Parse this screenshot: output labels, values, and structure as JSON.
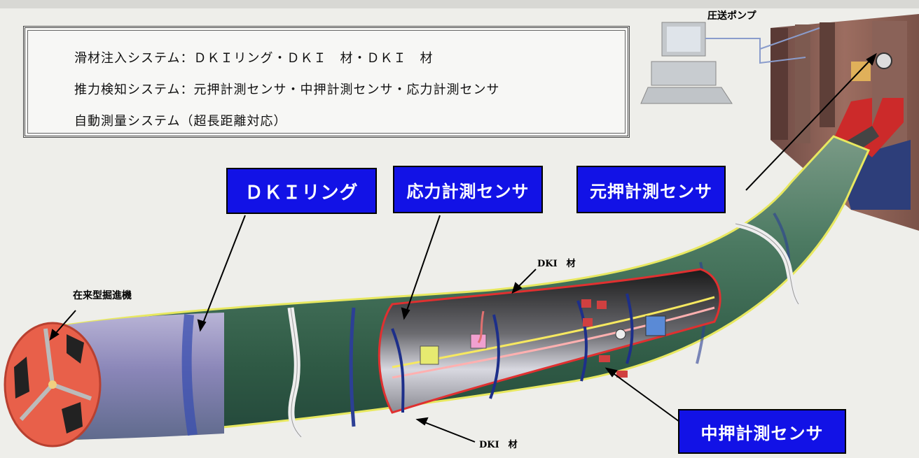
{
  "summary": {
    "line1": "滑材注入システム：ＤＫＩリング・ＤＫＩ　材・ＤＫＩ　材",
    "line2": "推力検知システム：元押計測センサ・中押計測センサ・応力計測センサ",
    "line3": "自動測量システム（超長距離対応）"
  },
  "labels": {
    "dki_ring": "ＤＫＩリング",
    "stress_sensor": "応力計測センサ",
    "main_jack_sensor": "元押計測センサ",
    "intermediate_jack_sensor": "中押計測センサ",
    "pressure_pump": "圧送ポンプ",
    "conventional_machine": "在来型掘進機",
    "dki_material_top": "DKI　材",
    "dki_material_bottom": "DKI　材"
  },
  "colors": {
    "label_bg": "#1212e6",
    "pipe_green": "#3f6a55",
    "cutter_red": "#e8604a"
  }
}
